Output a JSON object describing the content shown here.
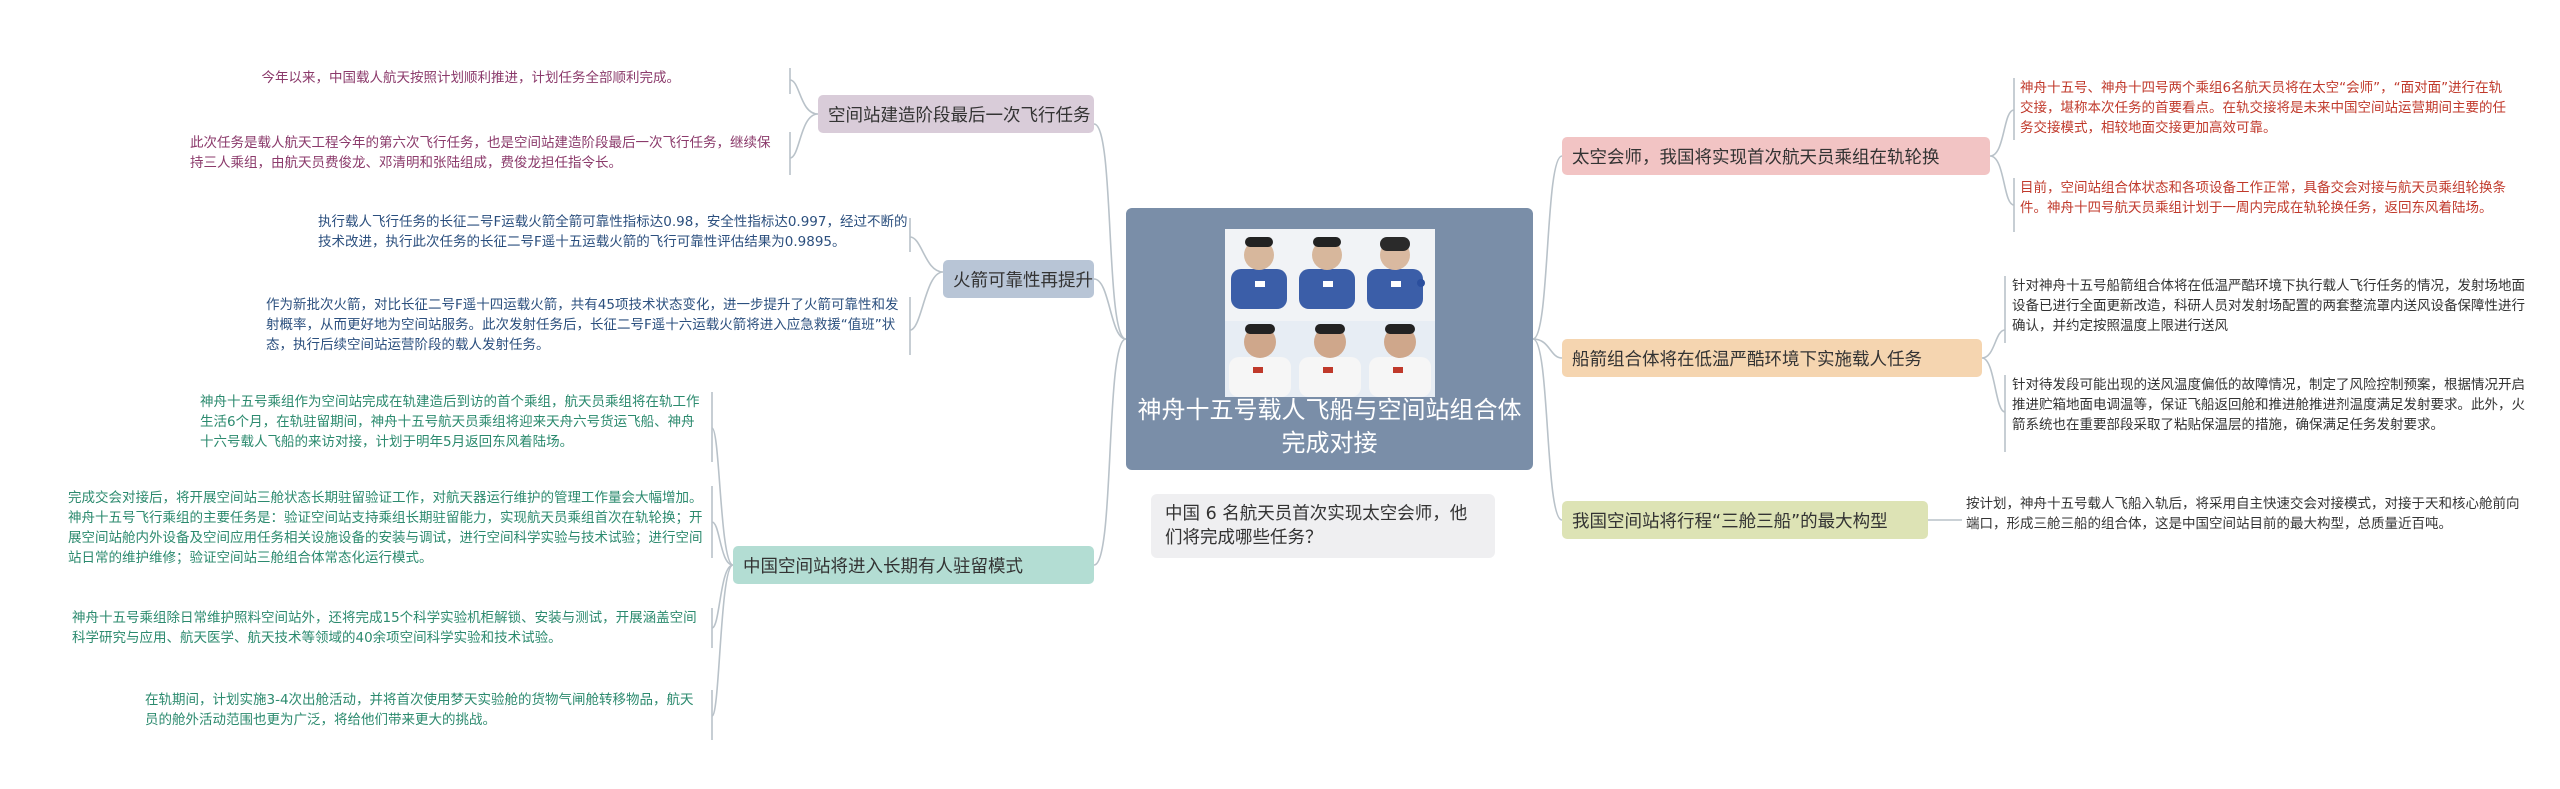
{
  "center": {
    "title": "神舟十五号载人飞船与空间站组合体完成对接",
    "photo_label": "Six astronauts portrait photo"
  },
  "question": "中国 6 名航天员首次实现太空会师，他们将完成哪些任务？",
  "branches": [
    {
      "title": "空间站建造阶段最后一次飞行任务",
      "color": "#d9ccd9",
      "leaf_color": "#8b3a6b",
      "leaves": [
        "今年以来，中国载人航天按照计划顺利推进，计划任务全部顺利完成。",
        "此次任务是载人航天工程今年的第六次飞行任务，也是空间站建造阶段最后一次飞行任务，继续保持三人乘组，由航天员费俊龙、邓清明和张陆组成，费俊龙担任指令长。"
      ]
    },
    {
      "title": "火箭可靠性再提升",
      "color": "#b8c5d6",
      "leaf_color": "#2b4f7e",
      "leaves": [
        "执行载人飞行任务的长征二号F运载火箭全箭可靠性指标达0.98，安全性指标达0.997，经过不断的技术改进，执行此次任务的长征二号F遥十五运载火箭的飞行可靠性评估结果为0.9895。",
        "作为新批次火箭，对比长征二号F遥十四运载火箭，共有45项技术状态变化，进一步提升了火箭可靠性和发射概率，从而更好地为空间站服务。此次发射任务后，长征二号F遥十六运载火箭将进入应急救援“值班”状态，执行后续空间站运营阶段的载人发射任务。"
      ]
    },
    {
      "title": "中国空间站将进入长期有人驻留模式",
      "color": "#b3ddd3",
      "leaf_color": "#2b8a6e",
      "leaves": [
        "神舟十五号乘组作为空间站完成在轨建造后到访的首个乘组，航天员乘组将在轨工作生活6个月，在轨驻留期间，神舟十五号航天员乘组将迎来天舟六号货运飞船、神舟十六号载人飞船的来访对接，计划于明年5月返回东风着陆场。",
        "完成交会对接后，将开展空间站三舱状态长期驻留验证工作，对航天器运行维护的管理工作量会大幅增加。神舟十五号飞行乘组的主要任务是：验证空间站支持乘组长期驻留能力，实现航天员乘组首次在轨轮换；开展空间站舱内外设备及空间应用任务相关设施设备的安装与调试，进行空间科学实验与技术试验；进行空间站日常的维护维修；验证空间站三舱组合体常态化运行模式。",
        "神舟十五号乘组除日常维护照料空间站外，还将完成15个科学实验机柜解锁、安装与测试，开展涵盖空间科学研究与应用、航天医学、航天技术等领域的40余项空间科学实验和技术试验。",
        "在轨期间，计划实施3-4次出舱活动，并将首次使用梦天实验舱的货物气闸舱转移物品，航天员的舱外活动范围也更为广泛，将给他们带来更大的挑战。"
      ]
    },
    {
      "title": "太空会师，我国将实现首次航天员乘组在轨轮换",
      "color": "#f2c4c4",
      "leaf_color": "#c0392b",
      "leaves": [
        "神舟十五号、神舟十四号两个乘组6名航天员将在太空“会师”，“面对面”进行在轨交接，堪称本次任务的首要看点。在轨交接将是未来中国空间站运营期间主要的任务交接模式，相较地面交接更加高效可靠。",
        "目前，空间站组合体状态和各项设备工作正常，具备交会对接与航天员乘组轮换条件。神舟十四号航天员乘组计划于一周内完成在轨轮换任务，返回东风着陆场。"
      ]
    },
    {
      "title": "船箭组合体将在低温严酷环境下实施载人任务",
      "color": "#f5d5b0",
      "leaf_color": "#333333",
      "leaves": [
        "针对神舟十五号船箭组合体将在低温严酷环境下执行载人飞行任务的情况，发射场地面设备已进行全面更新改造，科研人员对发射场配置的两套整流罩内送风设备保障性进行确认，并约定按照温度上限进行送风",
        "针对待发段可能出现的送风温度偏低的故障情况，制定了风险控制预案，根据情况开启推进贮箱地面电调温等，保证飞船返回舱和推进舱推进剂温度满足发射要求。此外，火箭系统也在重要部段采取了粘贴保温层的措施，确保满足任务发射要求。"
      ]
    },
    {
      "title": "我国空间站将行程“三舱三船”的最大构型",
      "color": "#dde3b5",
      "leaf_color": "#333333",
      "leaves": [
        "按计划，神舟十五号载人飞船入轨后，将采用自主快速交会对接模式，对接于天和核心舱前向端口，形成三舱三船的组合体，这是中国空间站目前的最大构型，总质量近百吨。"
      ]
    }
  ]
}
